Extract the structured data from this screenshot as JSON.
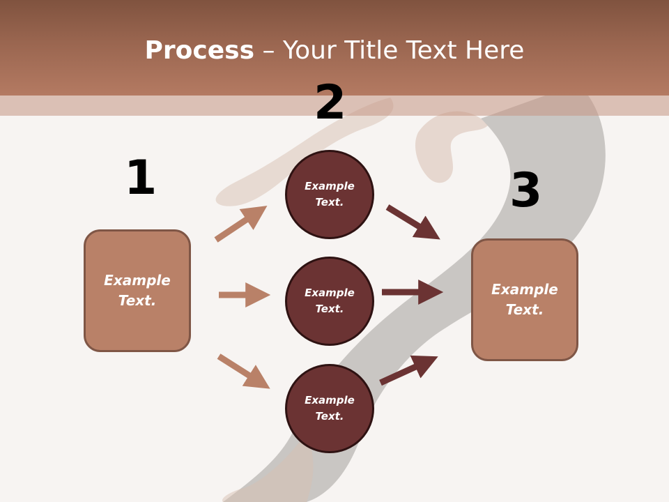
{
  "title": {
    "bold": "Process",
    "rest": " – Your Title Text Here"
  },
  "steps": [
    {
      "number": "1"
    },
    {
      "number": "2"
    },
    {
      "number": "3"
    }
  ],
  "source_box": {
    "text": "Example\nText."
  },
  "middle_circles": [
    {
      "text": "Example\nText."
    },
    {
      "text": "Example\nText."
    },
    {
      "text": "Example\nText."
    }
  ],
  "target_box": {
    "text": "Example\nText."
  },
  "colors": {
    "header": "#9a6650",
    "box_fill": "#b98168",
    "circle_fill": "#6b3333",
    "arrow_light": "#b98168",
    "arrow_dark": "#6b3333"
  }
}
